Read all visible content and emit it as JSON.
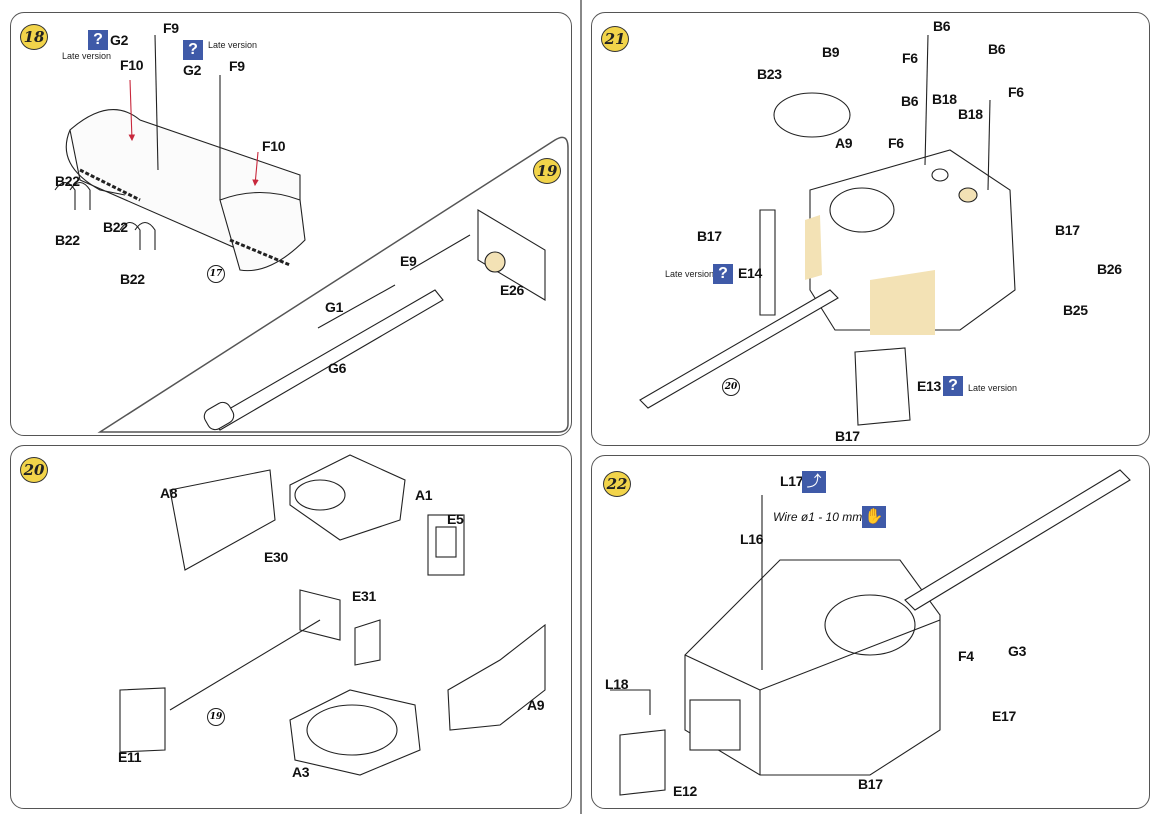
{
  "steps": {
    "s18": {
      "number": "18",
      "labels": [
        "G2",
        "F9",
        "G2",
        "F9",
        "F10",
        "F10",
        "B22",
        "B22",
        "B22",
        "B22"
      ],
      "notes": [
        "Late version",
        "Late version"
      ],
      "ref": "17",
      "icons": [
        "question-icon",
        "question-icon"
      ]
    },
    "s19": {
      "number": "19",
      "labels": [
        "E9",
        "G1",
        "E26",
        "G6"
      ]
    },
    "s20": {
      "number": "20",
      "labels": [
        "A8",
        "A1",
        "E5",
        "E30",
        "E31",
        "A9",
        "E11",
        "A3"
      ],
      "ref": "19"
    },
    "s21": {
      "number": "21",
      "labels": [
        "B6",
        "B9",
        "B6",
        "B23",
        "F6",
        "F6",
        "B6",
        "B18",
        "B18",
        "F6",
        "A9",
        "B17",
        "B17",
        "B26",
        "E14",
        "B25",
        "E13",
        "B17"
      ],
      "notes": [
        "Late version",
        "Late version"
      ],
      "ref": "20",
      "icons": [
        "question-icon",
        "question-icon"
      ]
    },
    "s22": {
      "number": "22",
      "labels": [
        "L17",
        "L16",
        "F4",
        "G3",
        "L18",
        "E17",
        "E12",
        "B17"
      ],
      "wire_note": "Wire ø1 - 10 mm",
      "icons": [
        "bend-icon",
        "hand-icon"
      ]
    }
  },
  "colors": {
    "step_badge": "#f2d44a",
    "icon_blue": "#3f5aa8",
    "arrow": "#c8283c",
    "highlight": "#f3e2b5"
  }
}
